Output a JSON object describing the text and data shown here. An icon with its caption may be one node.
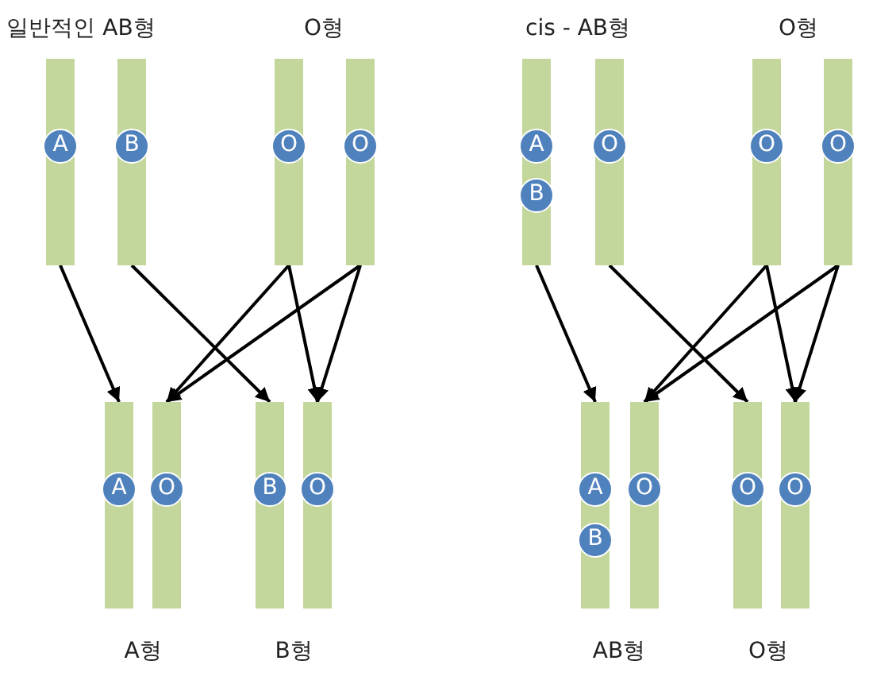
{
  "diagram": {
    "nodes": [
      {
        "text": [],
        "shape": "bar"
      },
      {
        "text": [
          "A"
        ],
        "in": 0
      },
      {
        "text": [],
        "shape": "bar"
      },
      {
        "text": [
          "B"
        ],
        "in": 2
      },
      {
        "text": [],
        "shape": "bar"
      },
      {
        "text": [
          "O"
        ],
        "in": 4
      },
      {
        "text": [],
        "shape": "bar"
      },
      {
        "text": [
          "O"
        ],
        "in": 6
      },
      {
        "text": [],
        "shape": "bar"
      },
      {
        "text": [
          "A"
        ],
        "in": 8
      },
      {
        "text": [
          "B"
        ],
        "in": 8
      },
      {
        "text": [],
        "shape": "bar"
      },
      {
        "text": [
          "O"
        ],
        "in": 11
      },
      {
        "text": [],
        "shape": "bar"
      },
      {
        "text": [
          "O"
        ],
        "in": 13
      },
      {
        "text": [],
        "shape": "bar"
      },
      {
        "text": [
          "O"
        ],
        "in": 15
      },
      {
        "text": [],
        "shape": "bar"
      },
      {
        "text": [
          "A"
        ],
        "in": 17
      },
      {
        "text": [],
        "shape": "bar"
      },
      {
        "text": [
          "O"
        ],
        "in": 19
      },
      {
        "text": [],
        "shape": "bar"
      },
      {
        "text": [
          "B"
        ],
        "in": 21
      },
      {
        "text": [],
        "shape": "bar"
      },
      {
        "text": [
          "O"
        ],
        "in": 23
      },
      {
        "text": [],
        "shape": "bar"
      },
      {
        "text": [
          "A"
        ],
        "in": 25
      },
      {
        "text": [
          "B"
        ],
        "in": 25
      },
      {
        "text": [],
        "shape": "bar"
      },
      {
        "text": [
          "O"
        ],
        "in": 28
      },
      {
        "text": [],
        "shape": "bar"
      },
      {
        "text": [
          "O"
        ],
        "in": 30
      },
      {
        "text": [],
        "shape": "bar"
      },
      {
        "text": [
          "O"
        ],
        "in": 32
      }
    ],
    "edges": [
      {
        "from": 0,
        "to": 17,
        "arrow": "to"
      },
      {
        "from": 2,
        "to": 21,
        "arrow": "to"
      },
      {
        "from": 4,
        "to": 19,
        "arrow": "to"
      },
      {
        "from": 4,
        "to": 23,
        "arrow": "to"
      },
      {
        "from": 6,
        "to": 19,
        "arrow": "to"
      },
      {
        "from": 6,
        "to": 23,
        "arrow": "to"
      },
      {
        "from": 8,
        "to": 25,
        "arrow": "to"
      },
      {
        "from": 11,
        "to": 30,
        "arrow": "to"
      },
      {
        "from": 13,
        "to": 28,
        "arrow": "to"
      },
      {
        "from": 13,
        "to": 32,
        "arrow": "to"
      },
      {
        "from": 15,
        "to": 28,
        "arrow": "to"
      },
      {
        "from": 15,
        "to": 32,
        "arrow": "to"
      }
    ],
    "labels": [
      "일반적인 AB형",
      "O형",
      "cis - AB형",
      "O형",
      "A형",
      "B형",
      "AB형",
      "O형"
    ]
  }
}
